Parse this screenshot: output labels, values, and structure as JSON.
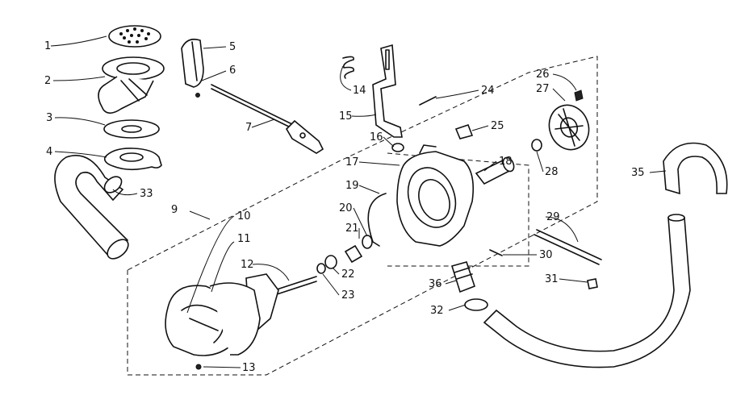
{
  "labels": [
    "1",
    "2",
    "3",
    "4",
    "5",
    "6",
    "7",
    "9",
    "10",
    "11",
    "12",
    "13",
    "14",
    "15",
    "16",
    "17",
    "18",
    "19",
    "20",
    "21",
    "22",
    "23",
    "24",
    "25",
    "26",
    "27",
    "28",
    "29",
    "30",
    "31",
    "32",
    "33",
    "35",
    "36"
  ]
}
